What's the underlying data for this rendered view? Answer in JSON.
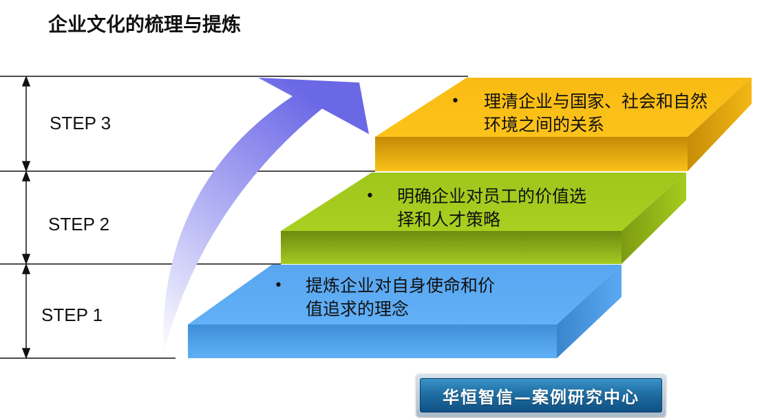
{
  "title": "企业文化的梳理与提炼",
  "steps": [
    {
      "label": "STEP 1",
      "lines": [
        "提炼企业对自身使命和价",
        "值追求的理念"
      ],
      "color": "#5aa9f2"
    },
    {
      "label": "STEP 2",
      "lines": [
        "明确企业对员工的价值选",
        "择和人才策略"
      ],
      "color": "#a5cc1e"
    },
    {
      "label": "STEP 3",
      "lines": [
        "理清企业与国家、社会和自然",
        "环境之间的关系"
      ],
      "color": "#fcc218"
    }
  ],
  "bullet_symbol": "•",
  "watermark": "华恒智信—案例研究中心"
}
